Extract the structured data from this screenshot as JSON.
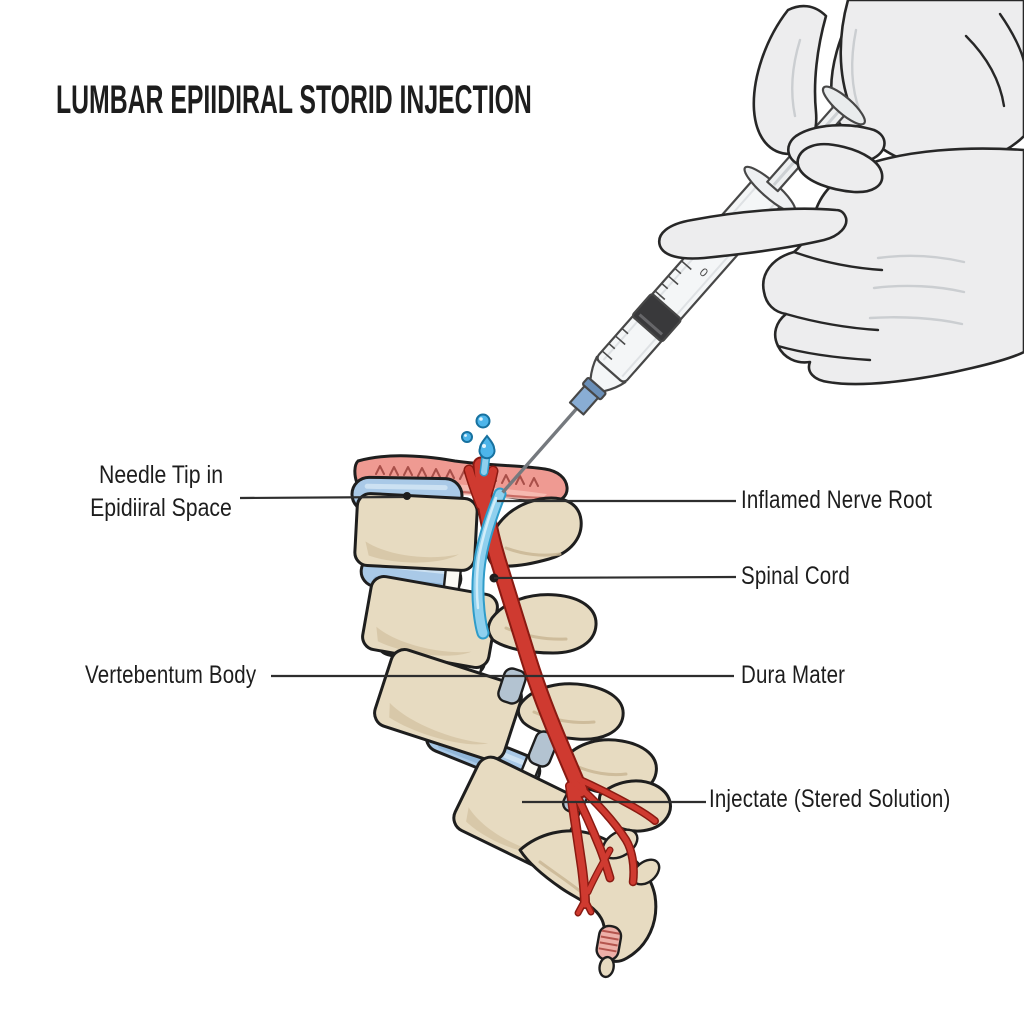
{
  "title": "LUMBAR EPIIDIRAL STORID INJECTION",
  "labels": {
    "needle_tip": {
      "line1": "Needle Tip in",
      "line2": "Epidiiral Space"
    },
    "vertebral_body": "Vertebentum Body",
    "inflamed_nerve_root": "Inflamed Nerve Root",
    "spinal_cord": "Spinal Cord",
    "dura_mater": "Dura Mater",
    "injectate": "Injectate (Stered Solution)"
  },
  "syringe": {
    "graduation_mark": "0"
  },
  "illustration": {
    "subject": "Lateral lumbar spine with epidural needle, injectate stream, and two gloved hands holding a syringe",
    "colors": {
      "background": "#ffffff",
      "text": "#1d1d1d",
      "leader_line": "#2e2e2e",
      "bone": "#e7dbc1",
      "bone_shade": "#d3c1a0",
      "disc_blue": "#a9c9e7",
      "disc_shade": "#7fa8cd",
      "endplate_white": "#fbfaf5",
      "facet_gray_blue": "#b3c3d1",
      "tissue_pink": "#ef9a92",
      "tissue_pink_light": "#f6bcb4",
      "tissue_hatch": "#a84f49",
      "nerve_red": "#cf3a30",
      "nerve_dark_edge": "#8a1a12",
      "injectate_blue": "#8fd0ee",
      "injectate_edge": "#2f9cc9",
      "droplet_blue": "#4db5ea",
      "needle_gray": "#75797e",
      "hub_blue": "#89add4",
      "syringe_body": "#f4f6f7",
      "stopper_dark": "#39393b",
      "glove_gray": "#ededee",
      "outline": "#1e1e1e"
    }
  }
}
